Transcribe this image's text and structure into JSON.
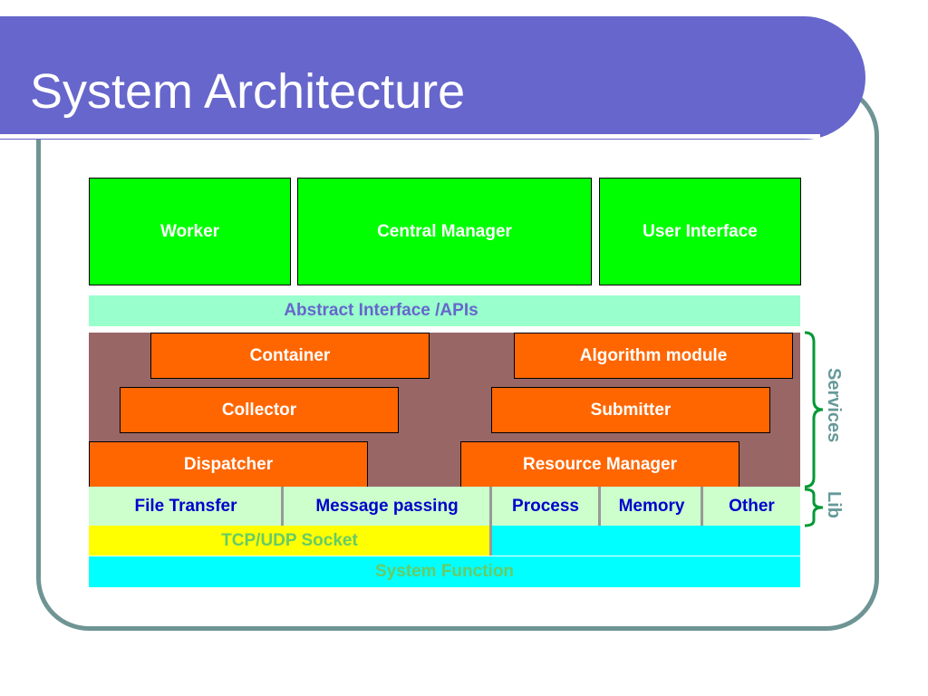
{
  "slide": {
    "title": "System Architecture"
  },
  "diagram": {
    "top_boxes": [
      "Worker",
      "Central Manager",
      "User Interface"
    ],
    "api_band": "Abstract Interface /APIs",
    "service_modules": {
      "container": "Container",
      "algorithm_module": "Algorithm module",
      "collector": "Collector",
      "submitter": "Submitter",
      "dispatcher": "Dispatcher",
      "resource_manager": "Resource Manager"
    },
    "lib_items": [
      "File Transfer",
      "Message passing",
      "Process",
      "Memory",
      "Other"
    ],
    "socket_layer": "TCP/UDP Socket",
    "system_layer": "System Function",
    "side_labels": {
      "services": "Services",
      "lib": "Lib"
    },
    "colors": {
      "title_bar": "#6666cc",
      "frame": "#6f9494",
      "top_boxes": "#00ff00",
      "api_band": "#99ffcc",
      "services_bg": "#996666",
      "modules": "#ff6600",
      "lib_row": "#ccffcc",
      "lib_text": "#0000cc",
      "socket": "#ffff00",
      "system": "#00ffff",
      "brace": "#009933"
    }
  }
}
